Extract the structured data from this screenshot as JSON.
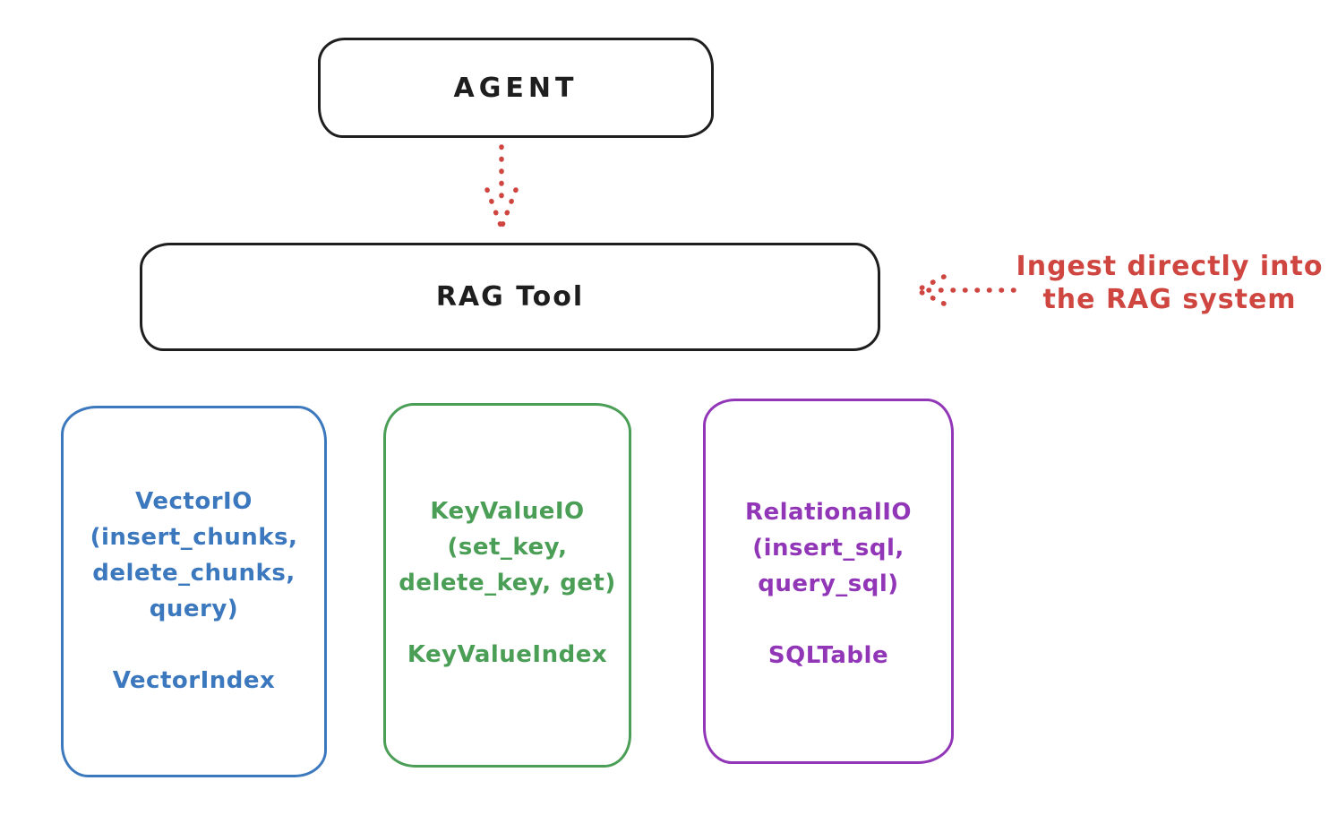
{
  "nodes": {
    "agent": {
      "label": "AGENT"
    },
    "rag_tool": {
      "label": "RAG Tool"
    }
  },
  "storage_nodes": [
    {
      "id": "vector-io",
      "color": "#3c78be",
      "lines": [
        "VectorIO",
        "(insert_chunks,",
        "delete_chunks,",
        "query)"
      ],
      "index_label": "VectorIndex"
    },
    {
      "id": "key-value-io",
      "color": "#4a9e55",
      "lines": [
        "KeyValueIO",
        "(set_key,",
        "delete_key, get)"
      ],
      "index_label": "KeyValueIndex"
    },
    {
      "id": "relational-io",
      "color": "#9236b8",
      "lines": [
        "RelationalIO",
        "(insert_sql,",
        "query_sql)"
      ],
      "index_label": "SQLTable"
    }
  ],
  "annotation": {
    "lines": [
      "Ingest directly into",
      "the RAG system"
    ],
    "color": "#cf4540"
  },
  "colors": {
    "outline_black": "#1e1e1e",
    "arrow_red": "#cf4540",
    "vector_blue": "#3c78be",
    "keyvalue_green": "#4a9e55",
    "relational_purple": "#9236b8",
    "background": "#ffffff"
  }
}
